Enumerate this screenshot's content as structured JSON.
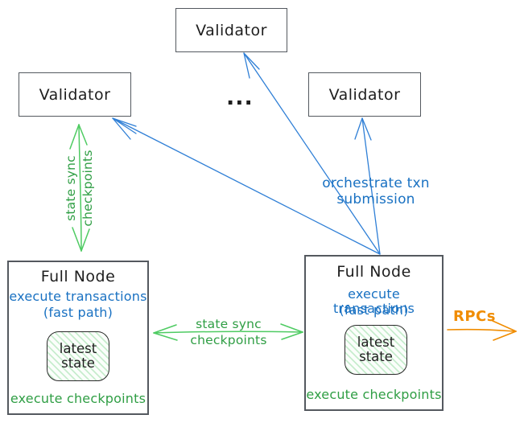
{
  "validators": {
    "top_label": "Validator",
    "left_label": "Validator",
    "right_label": "Validator",
    "ellipsis": "..."
  },
  "full_nodes": {
    "left": {
      "title": "Full Node",
      "exec_transactions": "execute transactions",
      "fast_path": "(fast path)",
      "latest_state_line1": "latest",
      "latest_state_line2": "state",
      "exec_checkpoints": "execute checkpoints"
    },
    "right": {
      "title": "Full Node",
      "exec_transactions": "execute transactions",
      "fast_path": "(fast path)",
      "latest_state_line1": "latest",
      "latest_state_line2": "state",
      "exec_checkpoints": "execute checkpoints"
    }
  },
  "arrow_labels": {
    "vertical_state_sync_line1": "state sync",
    "vertical_state_sync_line2": "checkpoints",
    "horizontal_state_sync_line1": "state sync",
    "horizontal_state_sync_line2": "checkpoints",
    "orchestrate": "orchestrate txn submission",
    "rpcs": "RPCs"
  },
  "colors": {
    "green_text": "#2f9e44",
    "green_arrow": "#4ecb62",
    "blue_text": "#1971c2",
    "blue_arrow": "#2f7fd6",
    "orange": "#f08c00",
    "box_border": "#54595f",
    "state_box_hatch": "#40c057",
    "text_black": "#1e1e1e",
    "background": "#ffffff"
  }
}
